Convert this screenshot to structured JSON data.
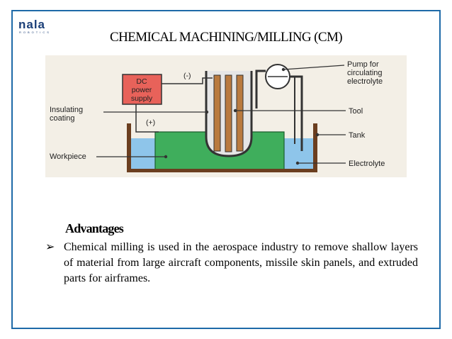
{
  "logo": {
    "word": "nala",
    "tagline": "ROBOTICS"
  },
  "slide": {
    "title": "CHEMICAL MACHINING/MILLING (CM)"
  },
  "figure": {
    "dc_supply_label": [
      "DC",
      "power",
      "supply"
    ],
    "minus_label": "(-)",
    "plus_label": "(+)",
    "callouts": {
      "pump": [
        "Pump for",
        "circulating",
        "electrolyte"
      ],
      "tool": "Tool",
      "tank": "Tank",
      "electrolyte": "Electrolyte",
      "insulating": [
        "Insulating",
        "coating"
      ],
      "workpiece": "Workpiece"
    },
    "colors": {
      "background": "#f3efe6",
      "power_box": "#e8625a",
      "workpiece": "#3fae5c",
      "electrolyte": "#8ec5ea",
      "tank": "#6b3e1f",
      "tool": "#b97a3f"
    }
  },
  "advantages": {
    "heading": "Advantages",
    "bullet_marker": "➢",
    "bullet_text": "Chemical milling is used in the aerospace industry to remove shallow layers of material from large aircraft components, missile skin panels, and extruded parts for airframes."
  }
}
